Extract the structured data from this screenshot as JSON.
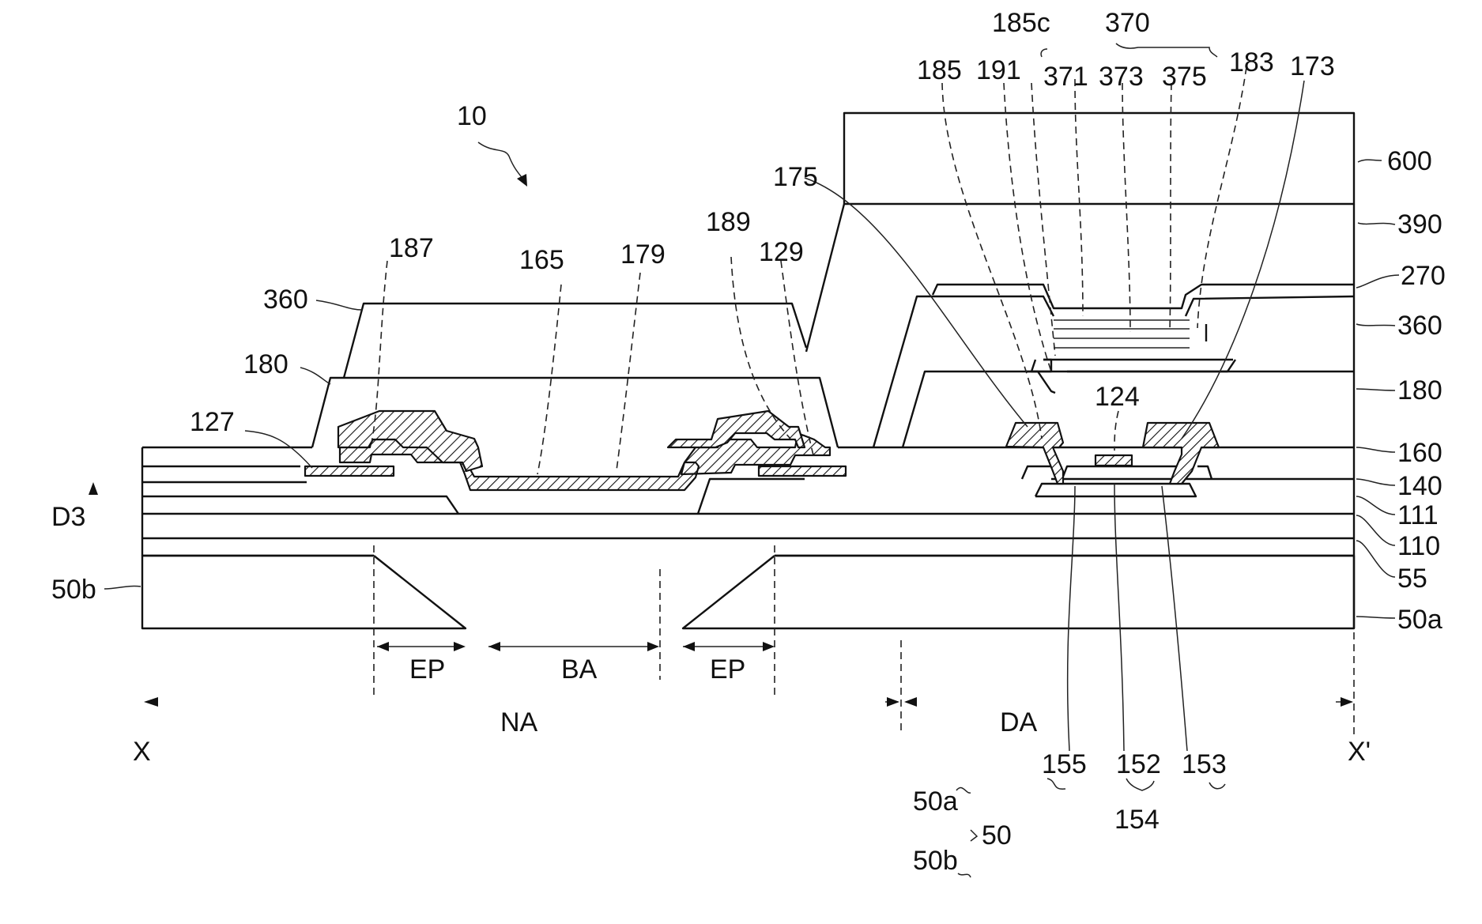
{
  "figure": {
    "labels": {
      "assembly": "10",
      "D3": "D3",
      "X": "X",
      "Xp": "X'",
      "NA": "NA",
      "DA": "DA",
      "EP_left": "EP",
      "BA": "BA",
      "EP_right": "EP",
      "l600": "600",
      "l390": "390",
      "l270": "270",
      "l360r": "360",
      "l180r": "180",
      "l160": "160",
      "l140": "140",
      "l111": "111",
      "l110": "110",
      "l55": "55",
      "l50a_r": "50a",
      "l50b_l": "50b",
      "l360l": "360",
      "l180l": "180",
      "l127": "127",
      "l187": "187",
      "l165": "165",
      "l179": "179",
      "l189": "189",
      "l129": "129",
      "l175": "175",
      "l185": "185",
      "l191": "191",
      "l185c": "185c",
      "l370": "370",
      "l371": "371",
      "l373": "373",
      "l375": "375",
      "l183": "183",
      "l173": "173",
      "l124": "124",
      "l155": "155",
      "l152": "152",
      "l153": "153",
      "l154": "154",
      "l50a_legend": "50a",
      "l50b_legend": "50b",
      "l50_legend": "50"
    }
  }
}
